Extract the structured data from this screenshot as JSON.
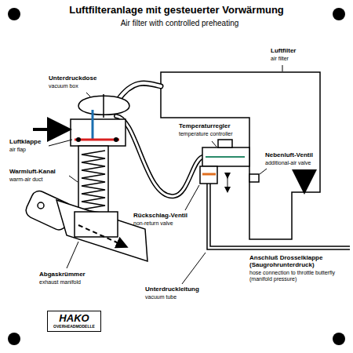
{
  "diagram": {
    "title": "Luftfilteranlage mit gesteuerter Vorwärmung",
    "nodes": [
      {
        "text": [
          "HAKO",
          "OVERHEADMODELLE"
        ]
      }
    ],
    "labels": [
      "Air filter with controlled preheating",
      "Luftfilter",
      "air filter",
      "Unterdruckdose",
      "vacuum box",
      "Temperaturregler",
      "temperature controller",
      "Luftklappe",
      "air flap",
      "Nebenluft-Ventil",
      "additional-air valve",
      "Warmluft-Kanal",
      "warm-air duct",
      "Rückschlag-Ventil",
      "non-return valve",
      "Anschluß Drosselklappe (Saugrohrunterdruck)",
      "hose connection to throttle butterfly (manifold pressure)",
      "Abgaskrümmer",
      "exhaust manifold",
      "Unterdruckleitung",
      "vacuum tube"
    ]
  }
}
